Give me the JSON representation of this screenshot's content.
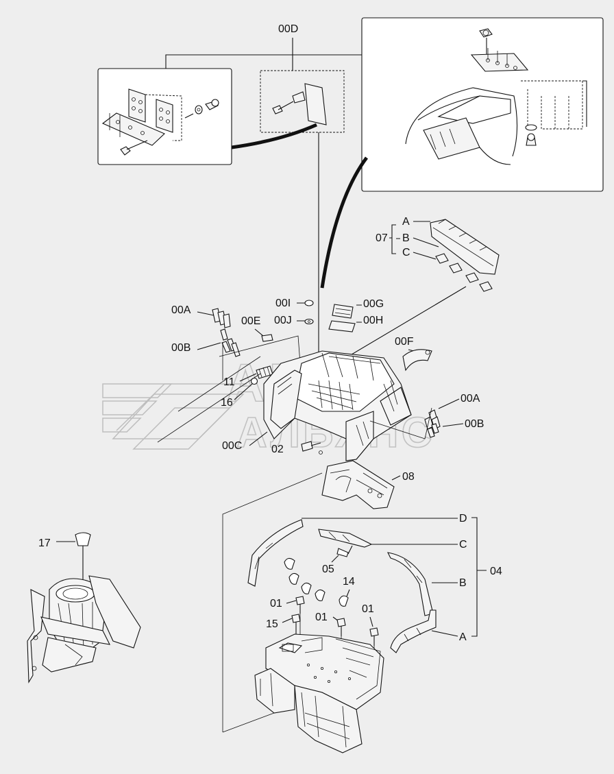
{
  "labels": {
    "l00D": "00D",
    "l07": "07",
    "l07A": "A",
    "l07B": "B",
    "l07C": "C",
    "l00I": "00I",
    "l00G": "00G",
    "l00J": "00J",
    "l00H": "00H",
    "l00A_left": "00A",
    "l00E": "00E",
    "l00B_left": "00B",
    "l00F": "00F",
    "l11": "11",
    "l16": "16",
    "l00A_right": "00A",
    "l00B_right": "00B",
    "l00C": "00C",
    "l02": "02",
    "l08": "08",
    "l17": "17",
    "l04D": "D",
    "l04C": "C",
    "l04B": "B",
    "l04A": "A",
    "l04": "04",
    "l05": "05",
    "l14": "14",
    "l01_a": "01",
    "l01_b": "01",
    "l01_c": "01",
    "l15": "15"
  },
  "watermark": {
    "line1": "АВТО",
    "line2": "АЛЬЯНС"
  },
  "colors": {
    "background": "#eeeeee",
    "ink": "#111111",
    "watermark": "#c2c2c2"
  }
}
